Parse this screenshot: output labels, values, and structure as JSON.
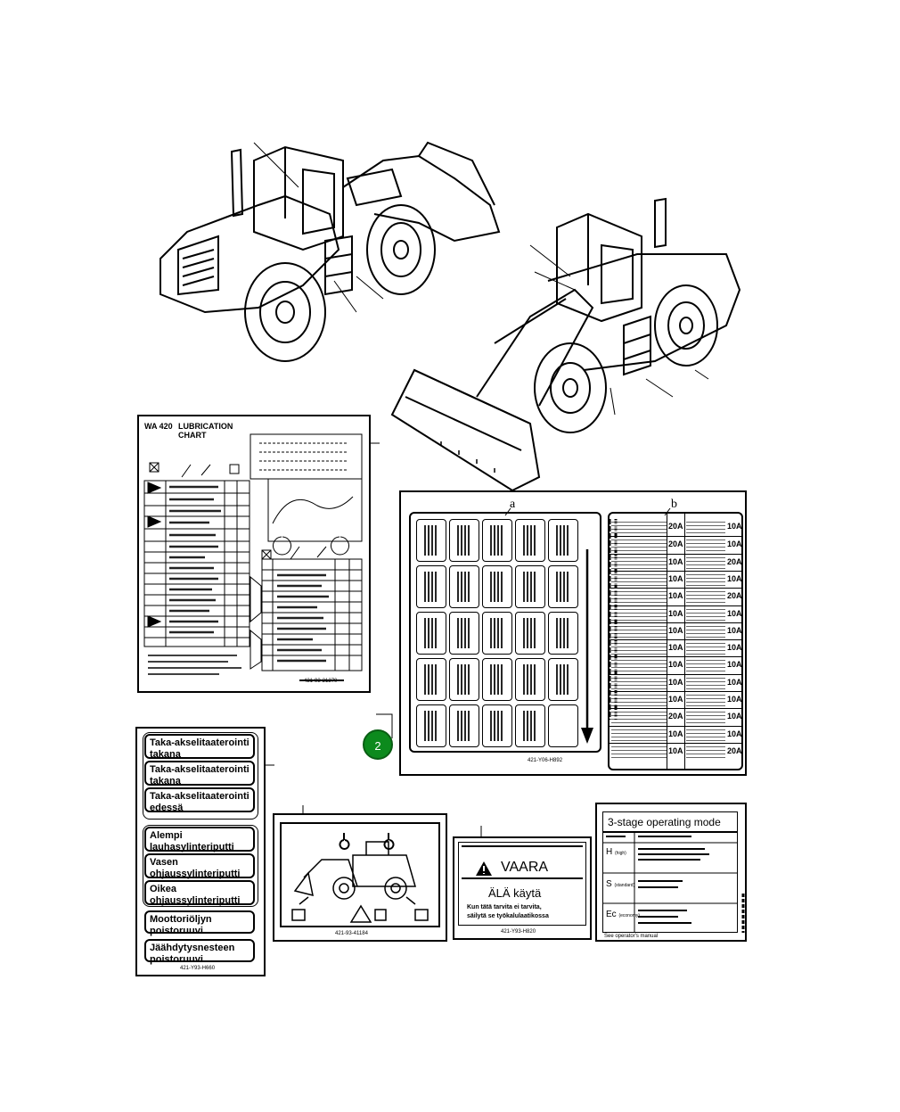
{
  "callout": {
    "number": "2"
  },
  "lubrication_chart": {
    "title_line1": "WA 420",
    "title_line2": "LUBRICATION",
    "title_line3": "CHART",
    "part_number": "421-93-21270"
  },
  "fuse_panel": {
    "label_a": "a",
    "label_b": "b",
    "part_number": "421-Y06-H892",
    "amps_left": [
      "20A",
      "20A",
      "10A",
      "10A",
      "10A",
      "10A",
      "10A",
      "10A",
      "10A",
      "10A",
      "10A",
      "20A",
      "10A",
      "10A"
    ],
    "amps_right": [
      "10A",
      "10A",
      "20A",
      "10A",
      "20A",
      "10A",
      "10A",
      "10A",
      "10A",
      "10A",
      "10A",
      "10A",
      "10A",
      "20A"
    ]
  },
  "finnish_labels": {
    "items": [
      "Taka-akselitaaterointi takana",
      "Taka-akselitaaterointi takana",
      "Taka-akselitaaterointi edessä",
      "Alempi lauhasylinteriputti",
      "Vasen ohjaussylinteriputti",
      "Oikea ohjaussylinteriputti",
      "Moottoriöljyn poistoruuvi",
      "Jäähdytysnesteen poistoruuvi"
    ],
    "part_number": "421-Y93-H660"
  },
  "lifting_decal": {
    "part_number": "421-93-41184"
  },
  "warning_decal": {
    "title": "VAARA",
    "subtitle": "ÄLÄ käytä",
    "body_line1": "Kun tätä tarvita ei tarvita,",
    "body_line2": "säilytä se työkalulaatikossa",
    "part_number": "421-Y93-H820"
  },
  "mode_decal": {
    "title": "3-stage operating mode",
    "modes": [
      {
        "key": "H",
        "suffix": "(high)"
      },
      {
        "key": "S",
        "suffix": "(standard)"
      },
      {
        "key": "Ec",
        "suffix": "(economy)"
      }
    ],
    "footer": "See operator's manual"
  }
}
